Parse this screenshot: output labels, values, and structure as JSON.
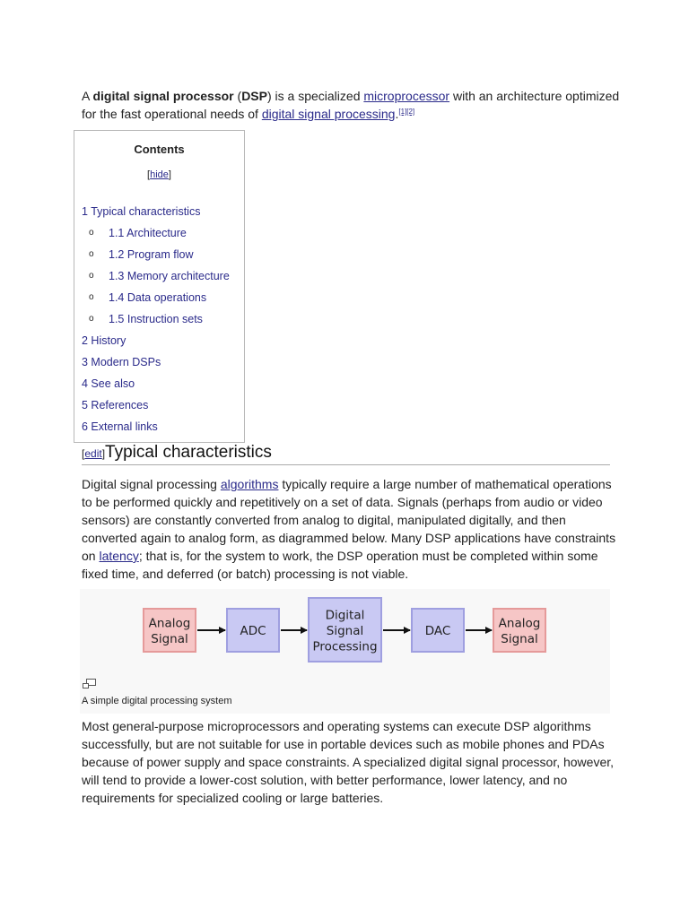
{
  "intro": {
    "t1": "A ",
    "b1": "digital signal processor",
    "t2": " (",
    "b2": "DSP",
    "t3": ") is a specialized ",
    "link1": "microprocessor",
    "t4": " with an architecture optimized for the fast operational needs of ",
    "link2": "digital signal processing",
    "t5": ".",
    "refs": "[1][2]"
  },
  "toc": {
    "title": "Contents",
    "hide_open": "[",
    "hide_label": "hide",
    "hide_close": "]",
    "items": [
      {
        "label": "1 Typical characteristics",
        "level": 1
      },
      {
        "label": "1.1 Architecture",
        "level": 2
      },
      {
        "label": "1.2 Program flow",
        "level": 2
      },
      {
        "label": "1.3 Memory architecture",
        "level": 2
      },
      {
        "label": "1.4 Data operations",
        "level": 2
      },
      {
        "label": "1.5 Instruction sets",
        "level": 2
      },
      {
        "label": "2 History",
        "level": 1
      },
      {
        "label": "3 Modern DSPs",
        "level": 1
      },
      {
        "label": "4 See also",
        "level": 1
      },
      {
        "label": "5 References",
        "level": 1
      },
      {
        "label": "6 External links",
        "level": 1
      }
    ],
    "bullet": "o"
  },
  "section": {
    "edit_open": "[",
    "edit_label": "edit",
    "edit_close": "]",
    "title": "Typical characteristics"
  },
  "p1": {
    "t1": "Digital signal processing ",
    "link1": "algorithms",
    "t2": " typically require a large number of mathematical operations to be performed quickly and repetitively on a set of data. Signals (perhaps from audio or video sensors) are constantly converted from analog to digital, manipulated digitally, and then converted again to analog form, as diagrammed below. Many DSP applications have constraints on ",
    "link2": "latency",
    "t3": "; that is, for the system to work, the DSP operation must be completed within some fixed time, and deferred (or batch) processing is not viable."
  },
  "diagram": {
    "blocks": [
      {
        "lines": [
          "Analog",
          "Signal"
        ],
        "fill": "#f6c6c6",
        "stroke": "#e59a9a"
      },
      {
        "lines": [
          "ADC"
        ],
        "fill": "#c9c9f3",
        "stroke": "#9f9fe0"
      },
      {
        "lines": [
          "Digital",
          "Signal",
          "Processing"
        ],
        "fill": "#c9c9f3",
        "stroke": "#9f9fe0"
      },
      {
        "lines": [
          "DAC"
        ],
        "fill": "#c9c9f3",
        "stroke": "#9f9fe0"
      },
      {
        "lines": [
          "Analog",
          "Signal"
        ],
        "fill": "#f6c6c6",
        "stroke": "#e59a9a"
      }
    ],
    "caption": "A simple digital processing system"
  },
  "p2": {
    "text": "Most general-purpose microprocessors and operating systems can execute DSP algorithms successfully, but are not suitable for use in portable devices such as mobile phones and PDAs because of power supply and space constraints. A specialized digital signal processor, however, will tend to provide a lower-cost solution, with better performance, lower latency, and no requirements for specialized cooling or large batteries."
  }
}
